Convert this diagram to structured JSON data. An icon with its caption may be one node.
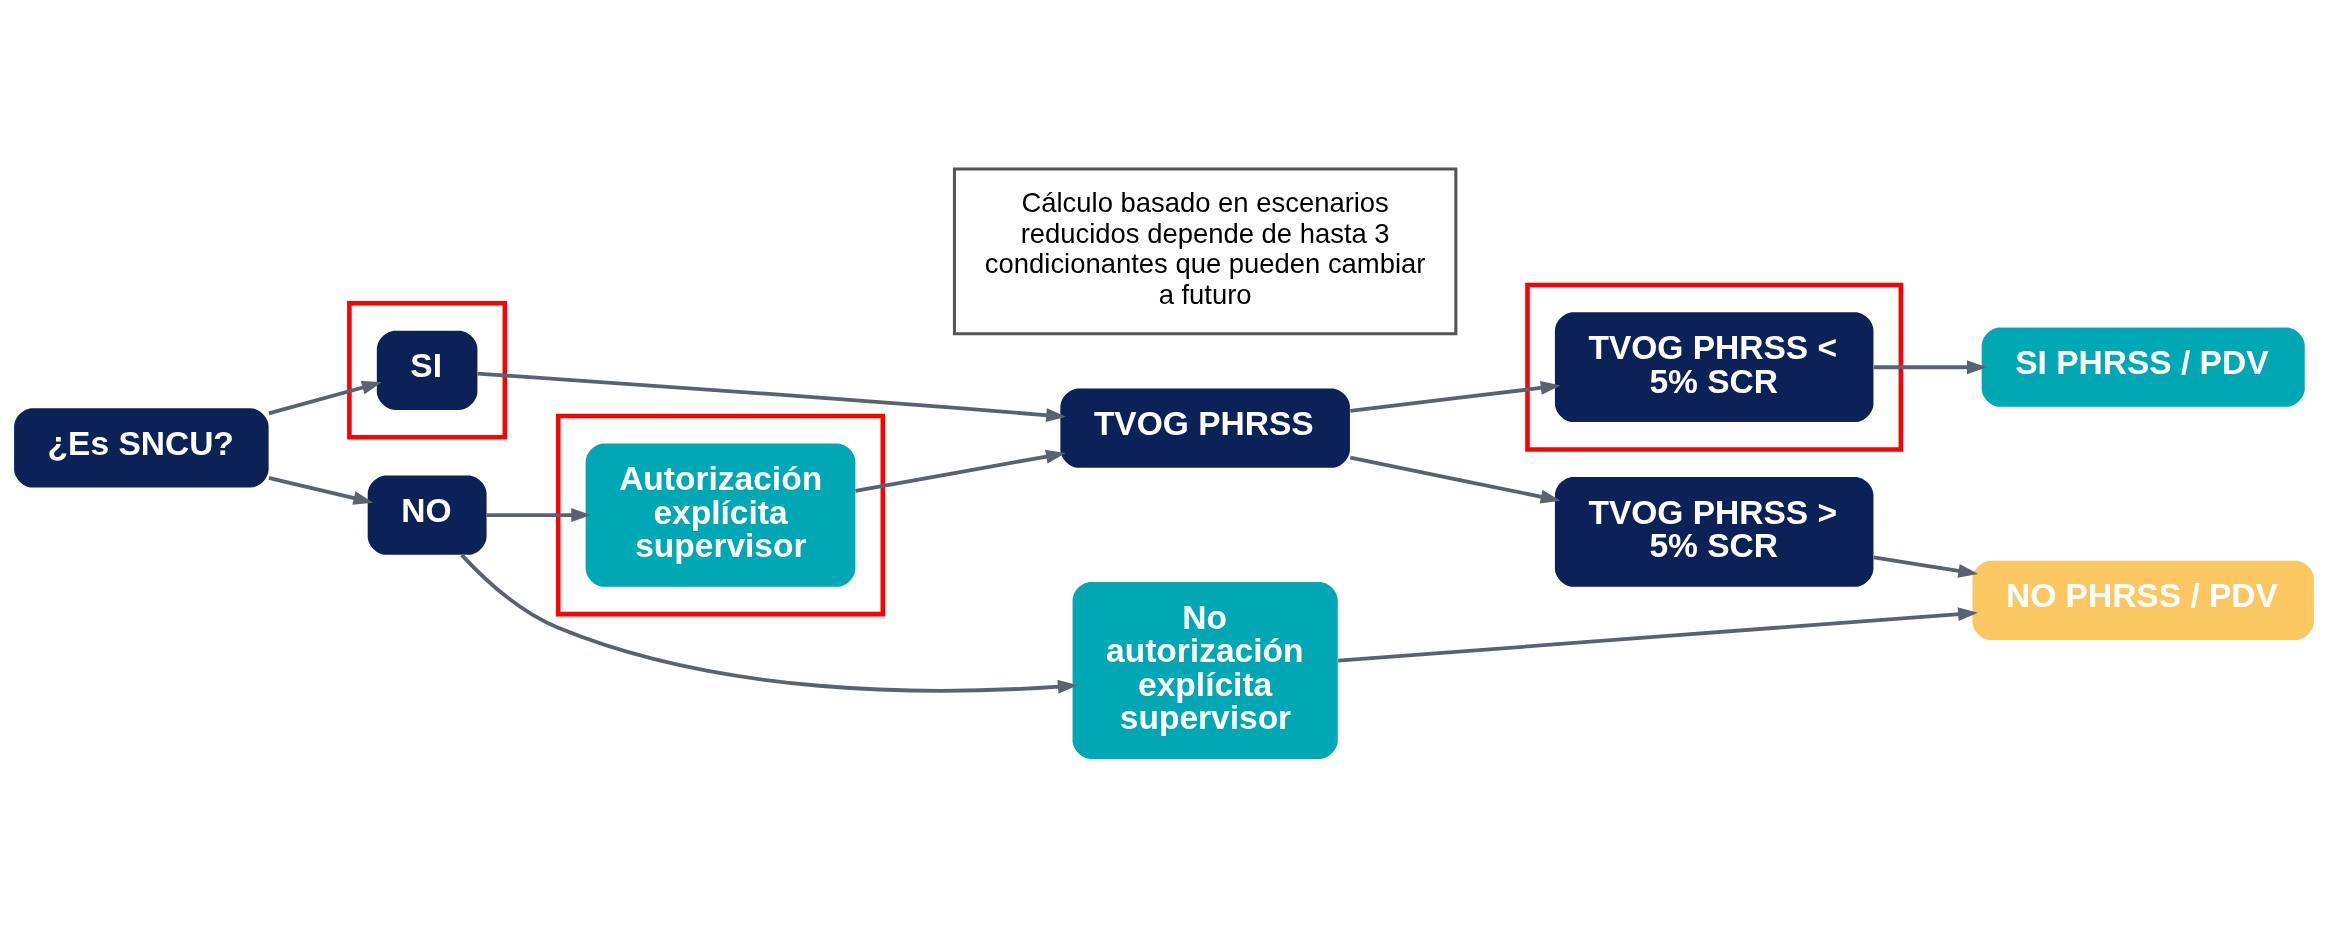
{
  "diagram": {
    "nodes": [
      {
        "text": [
          "¿Es SNCU?"
        ]
      },
      {
        "text": [],
        "shape": "box"
      },
      {
        "text": [
          "SI"
        ],
        "in": 1
      },
      {
        "text": [
          "Cálculo basado en escenarios reducidos depende de hasta 3 condicionantes que pueden cambiar a futuro"
        ]
      },
      {
        "text": [
          "TVOG PHRSS"
        ]
      },
      {
        "text": [],
        "shape": "box"
      },
      {
        "text": [
          "TVOG PHRSS < 5% SCR"
        ],
        "in": 5
      },
      {
        "text": [
          "TVOG PHRSS > 5% SCR"
        ]
      },
      {
        "text": [],
        "shape": "box"
      },
      {
        "text": [
          "Autorización explícita supervisor"
        ],
        "in": 8
      },
      {
        "text": [
          "NO"
        ]
      },
      {
        "text": [
          "No autorización explícita supervisor"
        ]
      },
      {
        "text": [
          "NO PHRSS / PDV"
        ]
      },
      {
        "text": [
          "SI PHRSS / PDV"
        ]
      }
    ],
    "edges": [
      {
        "from": 0,
        "to": 2,
        "arrow": "to"
      },
      {
        "from": 0,
        "to": 10,
        "arrow": "to"
      },
      {
        "from": 2,
        "to": 4,
        "arrow": "to"
      },
      {
        "from": 10,
        "to": 9,
        "arrow": "to"
      },
      {
        "from": 10,
        "to": 11,
        "arrow": "to"
      },
      {
        "from": 9,
        "to": 4,
        "arrow": "to"
      },
      {
        "from": 4,
        "to": 6,
        "arrow": "to"
      },
      {
        "from": 4,
        "to": 7,
        "arrow": "to"
      },
      {
        "from": 6,
        "to": 13,
        "arrow": "to"
      },
      {
        "from": 7,
        "to": 12,
        "arrow": "to"
      },
      {
        "from": 11,
        "to": 12,
        "arrow": "to"
      }
    ]
  }
}
